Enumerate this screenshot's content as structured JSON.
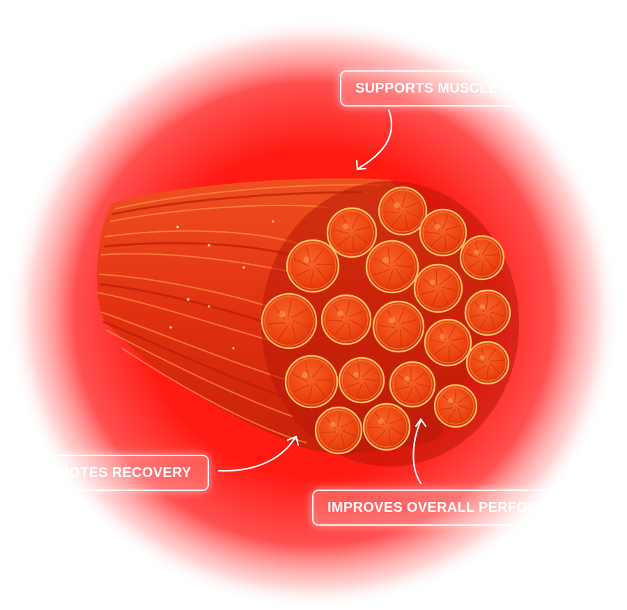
{
  "callouts": {
    "endurance": "SUPPORTS MUSCLE ENDURANCE",
    "recovery": "PROMOTES RECOVERY",
    "performance": "IMPROVES OVERALL PERFORMANCE"
  },
  "colors": {
    "glow": "#ff1414",
    "fiber_fill": "#f04810",
    "fiber_rim": "#ffc060",
    "strand": "#e03010",
    "highlight": "#ff8a40",
    "label_text": "#ffffff"
  },
  "icons": [
    "arrow-endurance-icon",
    "arrow-recovery-icon",
    "arrow-performance-icon"
  ]
}
